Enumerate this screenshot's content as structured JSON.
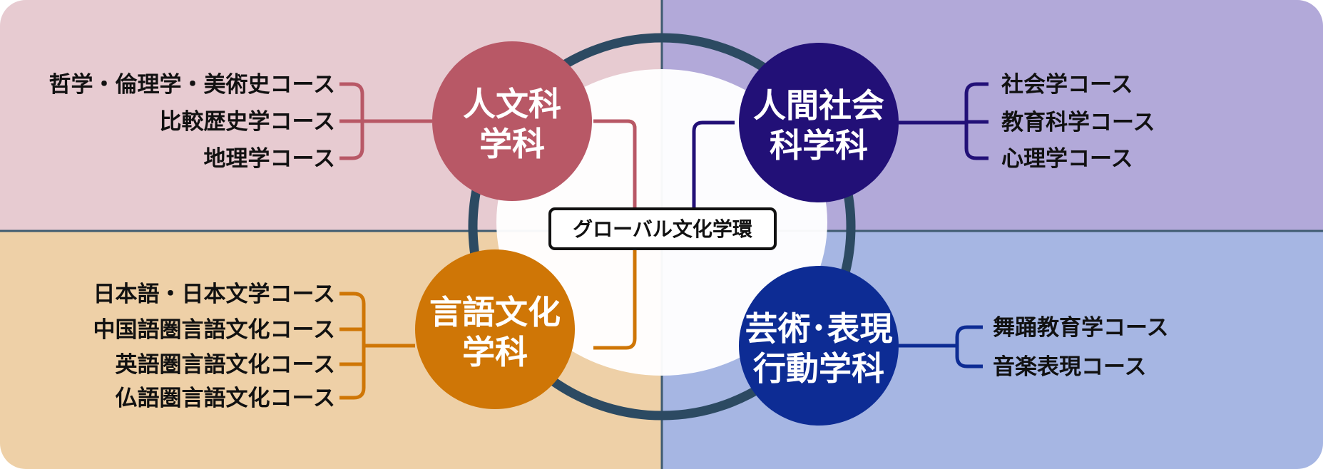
{
  "center_label": "グローバル文化学環",
  "departments": [
    {
      "id": "humanities",
      "lines": [
        "人文科",
        "学科"
      ],
      "color": "#b85866",
      "bg": "#e7cbd1",
      "courses": [
        "哲学・倫理学・美術史コース",
        "比較歴史学コース",
        "地理学コース"
      ]
    },
    {
      "id": "human-social",
      "lines": [
        "人間社会",
        "科学科"
      ],
      "color": "#221077",
      "bg": "#b2a9d9",
      "courses": [
        "社会学コース",
        "教育科学コース",
        "心理学コース"
      ]
    },
    {
      "id": "language-culture",
      "lines": [
        "言語文化",
        "学科"
      ],
      "color": "#cf7606",
      "bg": "#eed0a7",
      "courses": [
        "日本語・日本文学コース",
        "中国語圏言語文化コース",
        "英語圏言語文化コース",
        "仏語圏言語文化コース"
      ]
    },
    {
      "id": "arts-expression",
      "lines": [
        "芸術･表現",
        "行動学科"
      ],
      "color": "#0d2c94",
      "bg": "#a6b6e3",
      "courses": [
        "舞踊教育学コース",
        "音楽表現コース"
      ]
    }
  ]
}
